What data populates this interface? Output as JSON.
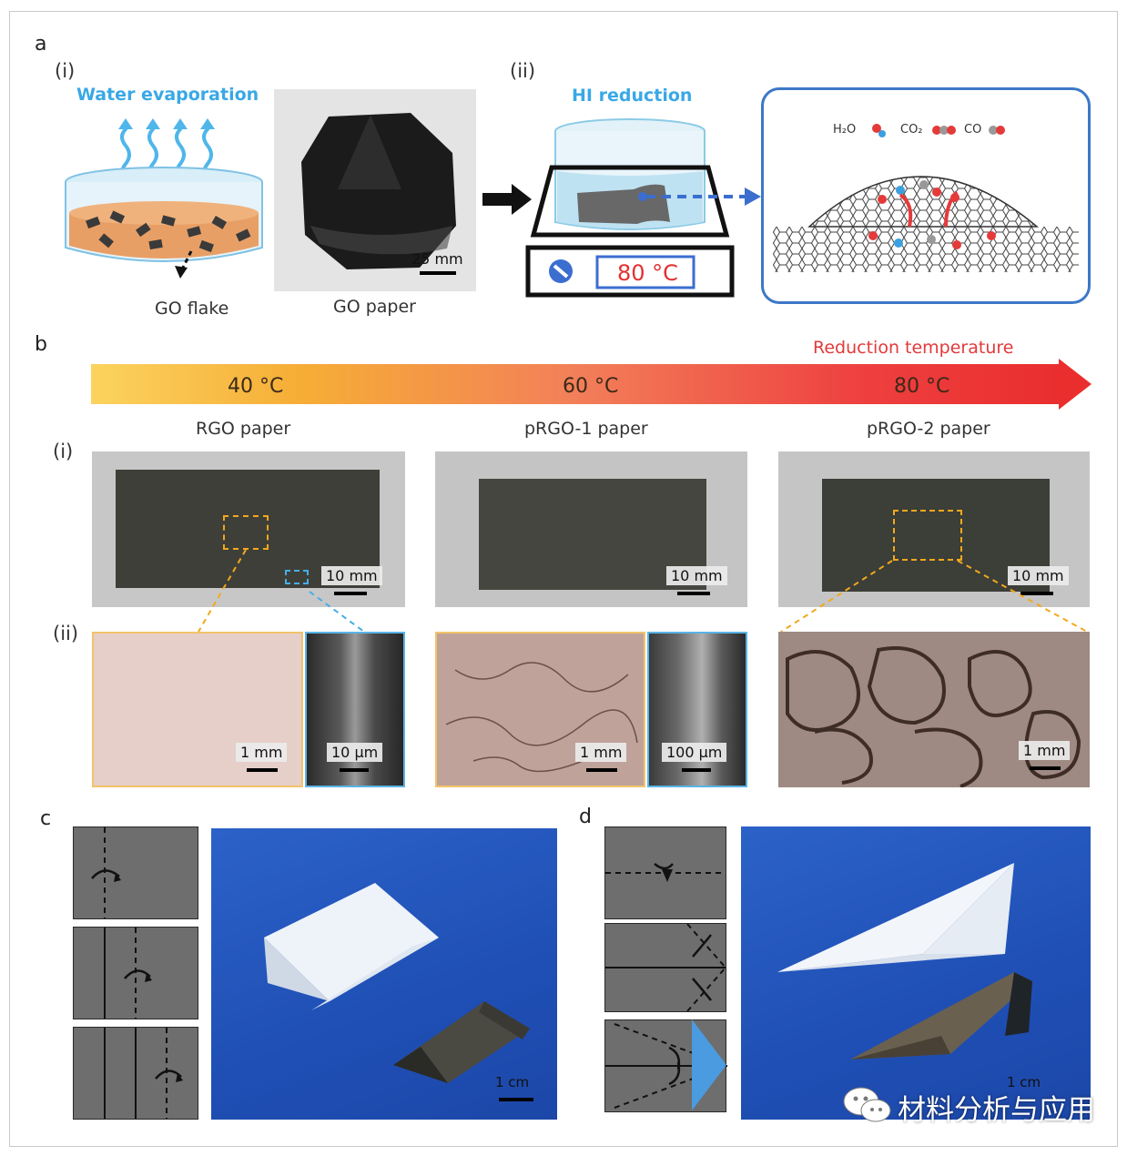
{
  "labels": {
    "a": "a",
    "b": "b",
    "c": "c",
    "d": "d"
  },
  "panel_a": {
    "i": "(i)",
    "ii": "(ii)",
    "water_evaporation": "Water evaporation",
    "go_flake": "GO flake",
    "go_paper": "GO paper",
    "scale_25": "25 mm",
    "hi_reduction": "HI reduction",
    "temp_80": "80 °C",
    "h2o": "H₂O",
    "co2": "CO₂",
    "co": "CO"
  },
  "panel_b": {
    "reduction_temperature": "Reduction temperature",
    "t40": "40 °C",
    "t60": "60 °C",
    "t80": "80 °C",
    "rgo": "RGO paper",
    "prgo1": "pRGO-1 paper",
    "prgo2": "pRGO-2 paper",
    "i": "(i)",
    "ii": "(ii)",
    "scale_10mm": "10 mm",
    "scale_1mm": "1 mm",
    "scale_10um": "10 μm",
    "scale_100um": "100 μm"
  },
  "panel_c": {
    "scale_1cm": "1 cm"
  },
  "panel_d": {
    "scale_1cm": "1 cm"
  },
  "watermark": {
    "text": "材料分析与应用",
    "icon": "wechat-icon"
  }
}
